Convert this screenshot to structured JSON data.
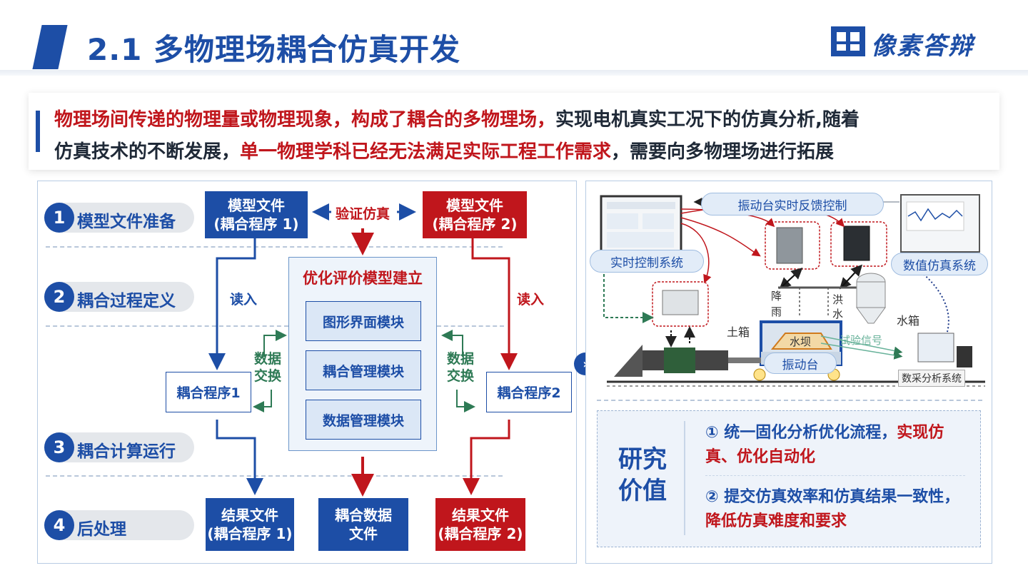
{
  "header": {
    "title": "2.1 多物理场耦合仿真开发",
    "logo_text": "像素答辩"
  },
  "intro": {
    "line1": [
      {
        "text": "物理场间传递的物理量或物理现象，构成了耦合的多物理场，",
        "highlight": true
      },
      {
        "text": "实现电机真实工况下的仿真分析,随着",
        "highlight": false
      }
    ],
    "line2": [
      {
        "text": "仿真技术的不断发展，",
        "highlight": false
      },
      {
        "text": "单一物理学科已经无法满足实际工程工作需求",
        "highlight": true
      },
      {
        "text": "，需要向多物理场进行拓展",
        "highlight": false
      }
    ]
  },
  "steps": [
    {
      "num": "1",
      "label": "模型文件准备"
    },
    {
      "num": "2",
      "label": "耦合过程定义"
    },
    {
      "num": "3",
      "label": "耦合计算运行"
    },
    {
      "num": "4",
      "label": "后处理"
    }
  ],
  "flow": {
    "model1": {
      "line1": "模型文件",
      "line2": "(耦合程序 1)"
    },
    "model2": {
      "line1": "模型文件",
      "line2": "(耦合程序 2)"
    },
    "verify": "验证仿真",
    "read_left": "读入",
    "read_right": "读入",
    "exchange_left": {
      "line1": "数据",
      "line2": "交换"
    },
    "exchange_right": {
      "line1": "数据",
      "line2": "交换"
    },
    "program1": "耦合程序1",
    "program2": "耦合程序2",
    "center_title": "优化评价模型建立",
    "modules": [
      "图形界面模块",
      "耦合管理模块",
      "数据管理模块"
    ],
    "result1": {
      "line1": "结果文件",
      "line2": "(耦合程序 1)"
    },
    "coupling_data": {
      "line1": "耦合数据",
      "line2": "文件"
    },
    "result2": {
      "line1": "结果文件",
      "line2": "(耦合程序 2)"
    }
  },
  "system": {
    "feedback": "振动台实时反馈控制",
    "realtime": "实时控制系统",
    "numeric": "数值仿真系统",
    "rain": "降雨",
    "flood": "洪水",
    "soil_box": "土箱",
    "dam": "水坝",
    "water_tank": "水箱",
    "test_signal": "试验信号",
    "shaker": "振动台",
    "daq": "数采分析系统"
  },
  "value": {
    "title_line1": "研究",
    "title_line2": "价值",
    "item1_lead": "① 统一固化分析优化流程，",
    "item1_red": "实现仿真、优化自动化",
    "item2_lead": "② 提交仿真效率和仿真结果一致性，",
    "item2_red": "降低仿真难度和要求"
  },
  "colors": {
    "primary": "#1d4ea6",
    "accent_red": "#c0161c",
    "green": "#2e7a55"
  }
}
